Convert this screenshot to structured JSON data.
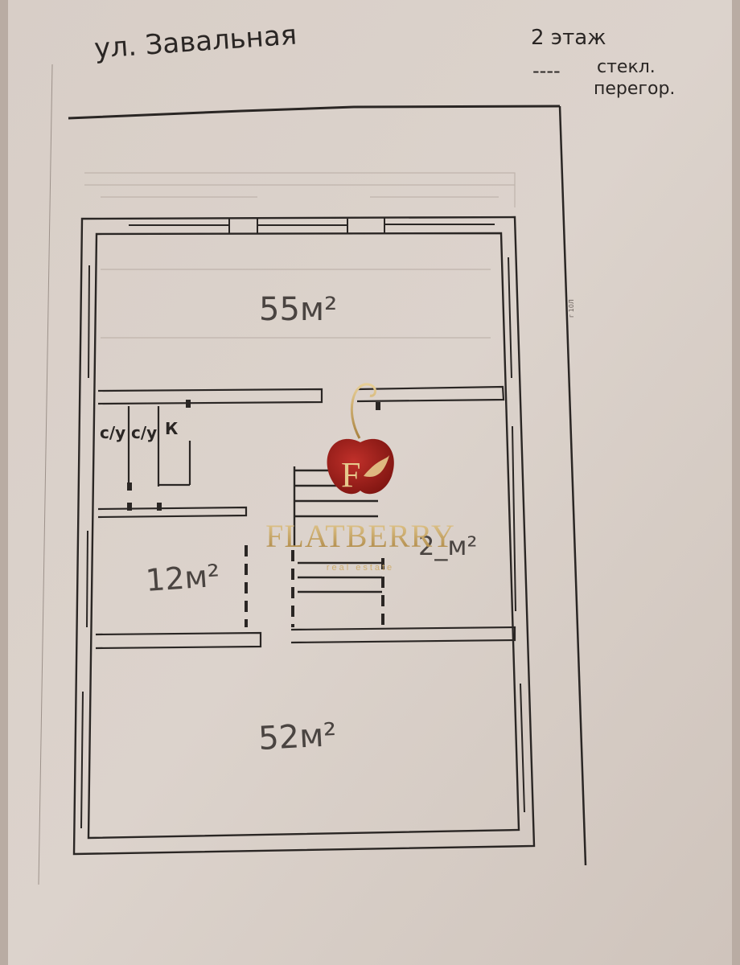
{
  "header": {
    "street": "ул. Завальная",
    "floor": "2 этаж",
    "legend_line": "----",
    "legend_text_1": "стекл.",
    "legend_text_2": "перегор."
  },
  "rooms": {
    "top_area": "55м²",
    "left_small_area": "12м²",
    "right_area": "2_м²",
    "bottom_area": "52м²"
  },
  "wc": {
    "wc1": "с/у",
    "wc2": "с/у",
    "k": "К"
  },
  "margin_note": "г 10Л",
  "watermark": {
    "brand": "FLATBERRY",
    "tagline": "real estate",
    "letter": "F"
  },
  "colors": {
    "paper": "#d9cfc8",
    "ink": "#2a2624",
    "brand_red": "#9e1d18",
    "brand_gold": "#c9a15b"
  }
}
